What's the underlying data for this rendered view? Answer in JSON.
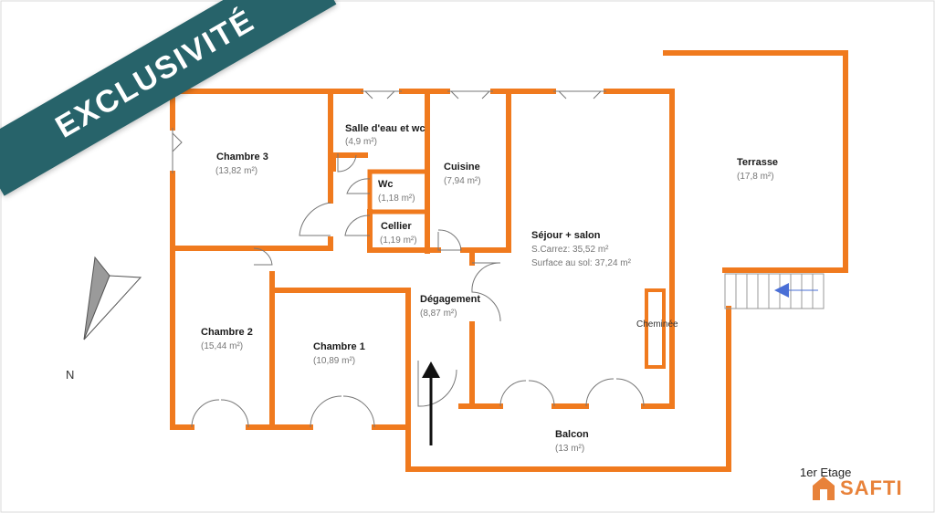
{
  "banner": "EXCLUSIVITÉ",
  "compass": "N",
  "floor_label": "1er Etage",
  "brand": "SAFTI",
  "fireplace_label": "Cheminée",
  "colors": {
    "wall": "#f07a1e",
    "banner": "#27636a",
    "brand": "#e8823a"
  },
  "rooms": {
    "chambre3": {
      "name": "Chambre 3",
      "area": "(13,82 m²)"
    },
    "salle_eau": {
      "name": "Salle d'eau et wc",
      "area": "(4,9 m²)"
    },
    "wc": {
      "name": "Wc",
      "area": "(1,18 m²)"
    },
    "cellier": {
      "name": "Cellier",
      "area": "(1,19 m²)"
    },
    "cuisine": {
      "name": "Cuisine",
      "area": "(7,94 m²)"
    },
    "sejour": {
      "name": "Séjour + salon",
      "carrez": "S.Carrez: 35,52 m²",
      "sol": "Surface au sol: 37,24 m²"
    },
    "terrasse": {
      "name": "Terrasse",
      "area": "(17,8 m²)"
    },
    "chambre2": {
      "name": "Chambre 2",
      "area": "(15,44 m²)"
    },
    "chambre1": {
      "name": "Chambre 1",
      "area": "(10,89 m²)"
    },
    "degagement": {
      "name": "Dégagement",
      "area": "(8,87 m²)"
    },
    "balcon": {
      "name": "Balcon",
      "area": "(13 m²)"
    }
  }
}
